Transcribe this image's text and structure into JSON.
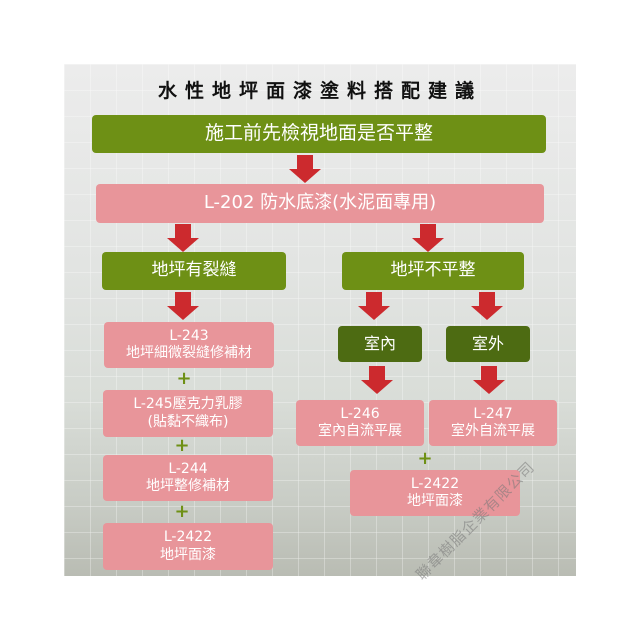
{
  "title": "水性地坪面漆塗料搭配建議",
  "step1": "施工前先檢視地面是否平整",
  "primer": "L-202 防水底漆(水泥面專用)",
  "branch_left": {
    "label": "地坪有裂縫",
    "items": [
      {
        "code": "L-243",
        "name": "地坪細微裂縫修補材"
      },
      {
        "code": "L-245壓克力乳膠",
        "name": "(貼黏不織布)"
      },
      {
        "code": "L-244",
        "name": "地坪整修補材"
      },
      {
        "code": "L-2422",
        "name": "地坪面漆"
      }
    ]
  },
  "branch_right": {
    "label": "地坪不平整",
    "indoor": {
      "label": "室內",
      "code": "L-246",
      "name": "室內自流平展"
    },
    "outdoor": {
      "label": "室外",
      "code": "L-247",
      "name": "室外自流平展"
    },
    "final": {
      "code": "L-2422",
      "name": "地坪面漆"
    }
  },
  "plus": "+",
  "watermark": "聯韋樹脂企業有限公司",
  "colors": {
    "green": "#6e9015",
    "dark_green": "#4d6b12",
    "pink": "#e8959a",
    "arrow": "#cc2a2e"
  }
}
